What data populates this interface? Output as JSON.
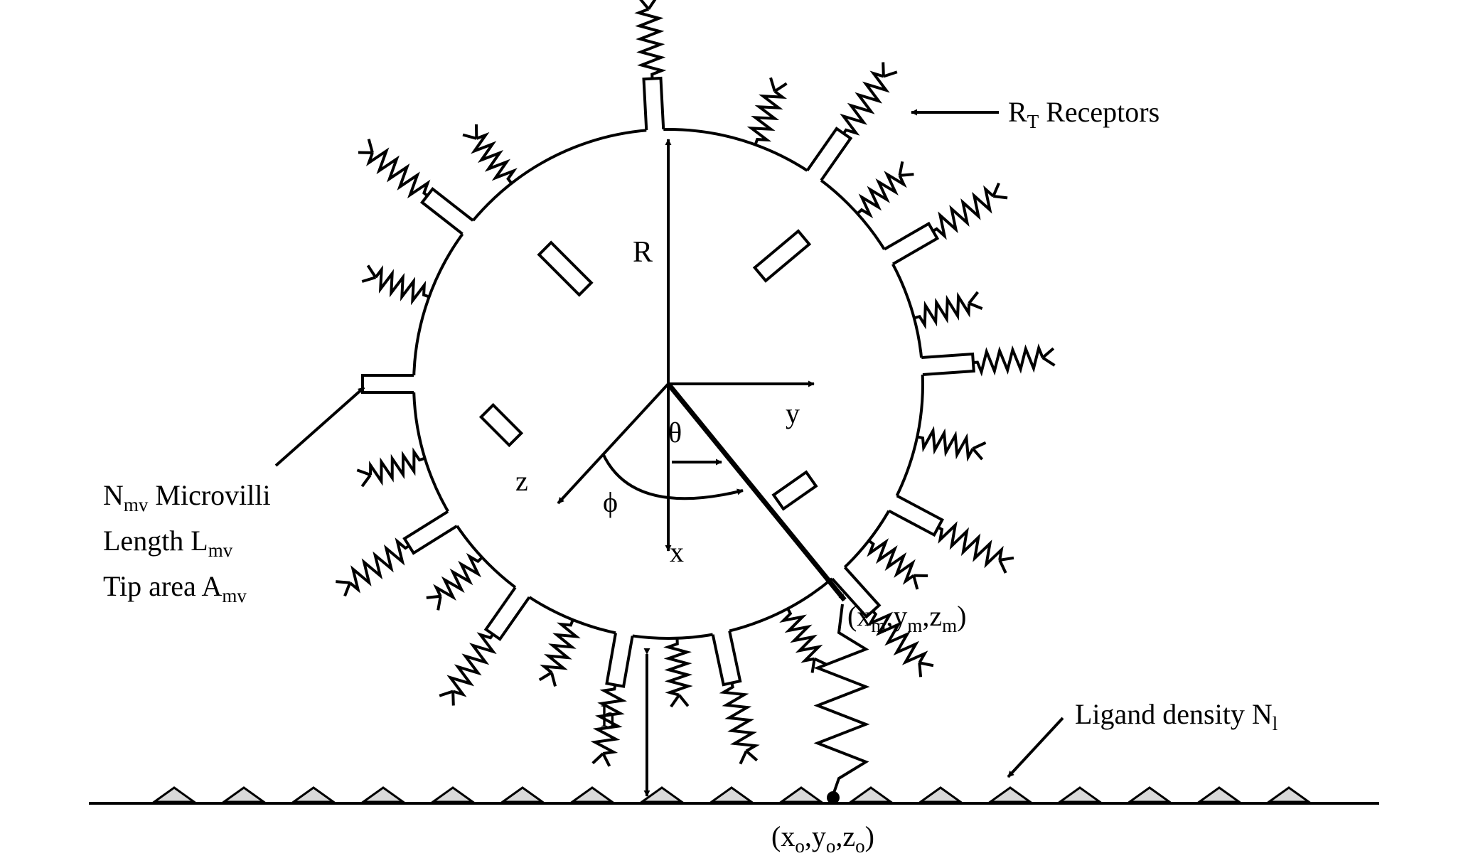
{
  "colors": {
    "ink": "#000000",
    "background": "#ffffff",
    "ligand_fill": "#d9d9d9"
  },
  "labels": {
    "receptors": {
      "main": "R",
      "sub": "T",
      "text": " Receptors"
    },
    "radius": "R",
    "axis_y": "y",
    "axis_z": "z",
    "axis_x": "x",
    "theta": "θ",
    "phi": "ϕ",
    "microvilli_line1": {
      "main": "N",
      "sub": "mv",
      "text": " Microvilli"
    },
    "microvilli_line2": {
      "main": "Length L",
      "sub": "mv"
    },
    "microvilli_line3": {
      "main": "Tip area  A",
      "sub": "mv"
    },
    "contact_point": {
      "open": "(x",
      "s1": "m",
      "c1": ",y",
      "s2": "m",
      "c2": ",z",
      "s3": "m",
      "close": ")"
    },
    "height": "h",
    "ligand": {
      "main": "Ligand density  N",
      "sub": "l"
    },
    "surface_point": {
      "open": "(x",
      "s1": "o",
      "c1": ",y",
      "s2": "o",
      "c2": ",z",
      "s3": "o",
      "close": ")"
    }
  }
}
